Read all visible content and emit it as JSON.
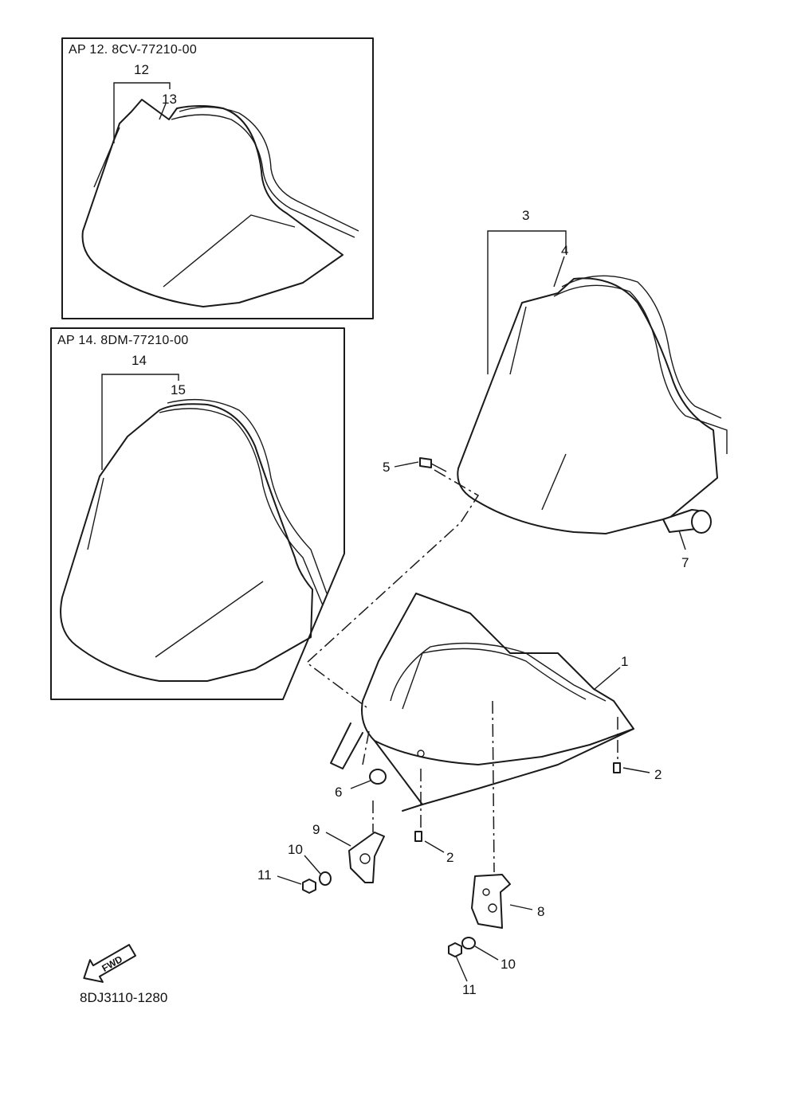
{
  "insets": [
    {
      "title": "AP 12. 8CV-77210-00"
    },
    {
      "title": "AP 14. 8DM-77210-00"
    }
  ],
  "callouts": {
    "c1": "1",
    "c2a": "2",
    "c2b": "2",
    "c3": "3",
    "c4": "4",
    "c5": "5",
    "c6": "6",
    "c7": "7",
    "c8": "8",
    "c9": "9",
    "c10a": "10",
    "c10b": "10",
    "c11a": "11",
    "c11b": "11",
    "c12": "12",
    "c13": "13",
    "c14": "14",
    "c15": "15"
  },
  "fwd_arrow": {
    "label": "FWD"
  },
  "diagram_code": "8DJ3110-1280"
}
